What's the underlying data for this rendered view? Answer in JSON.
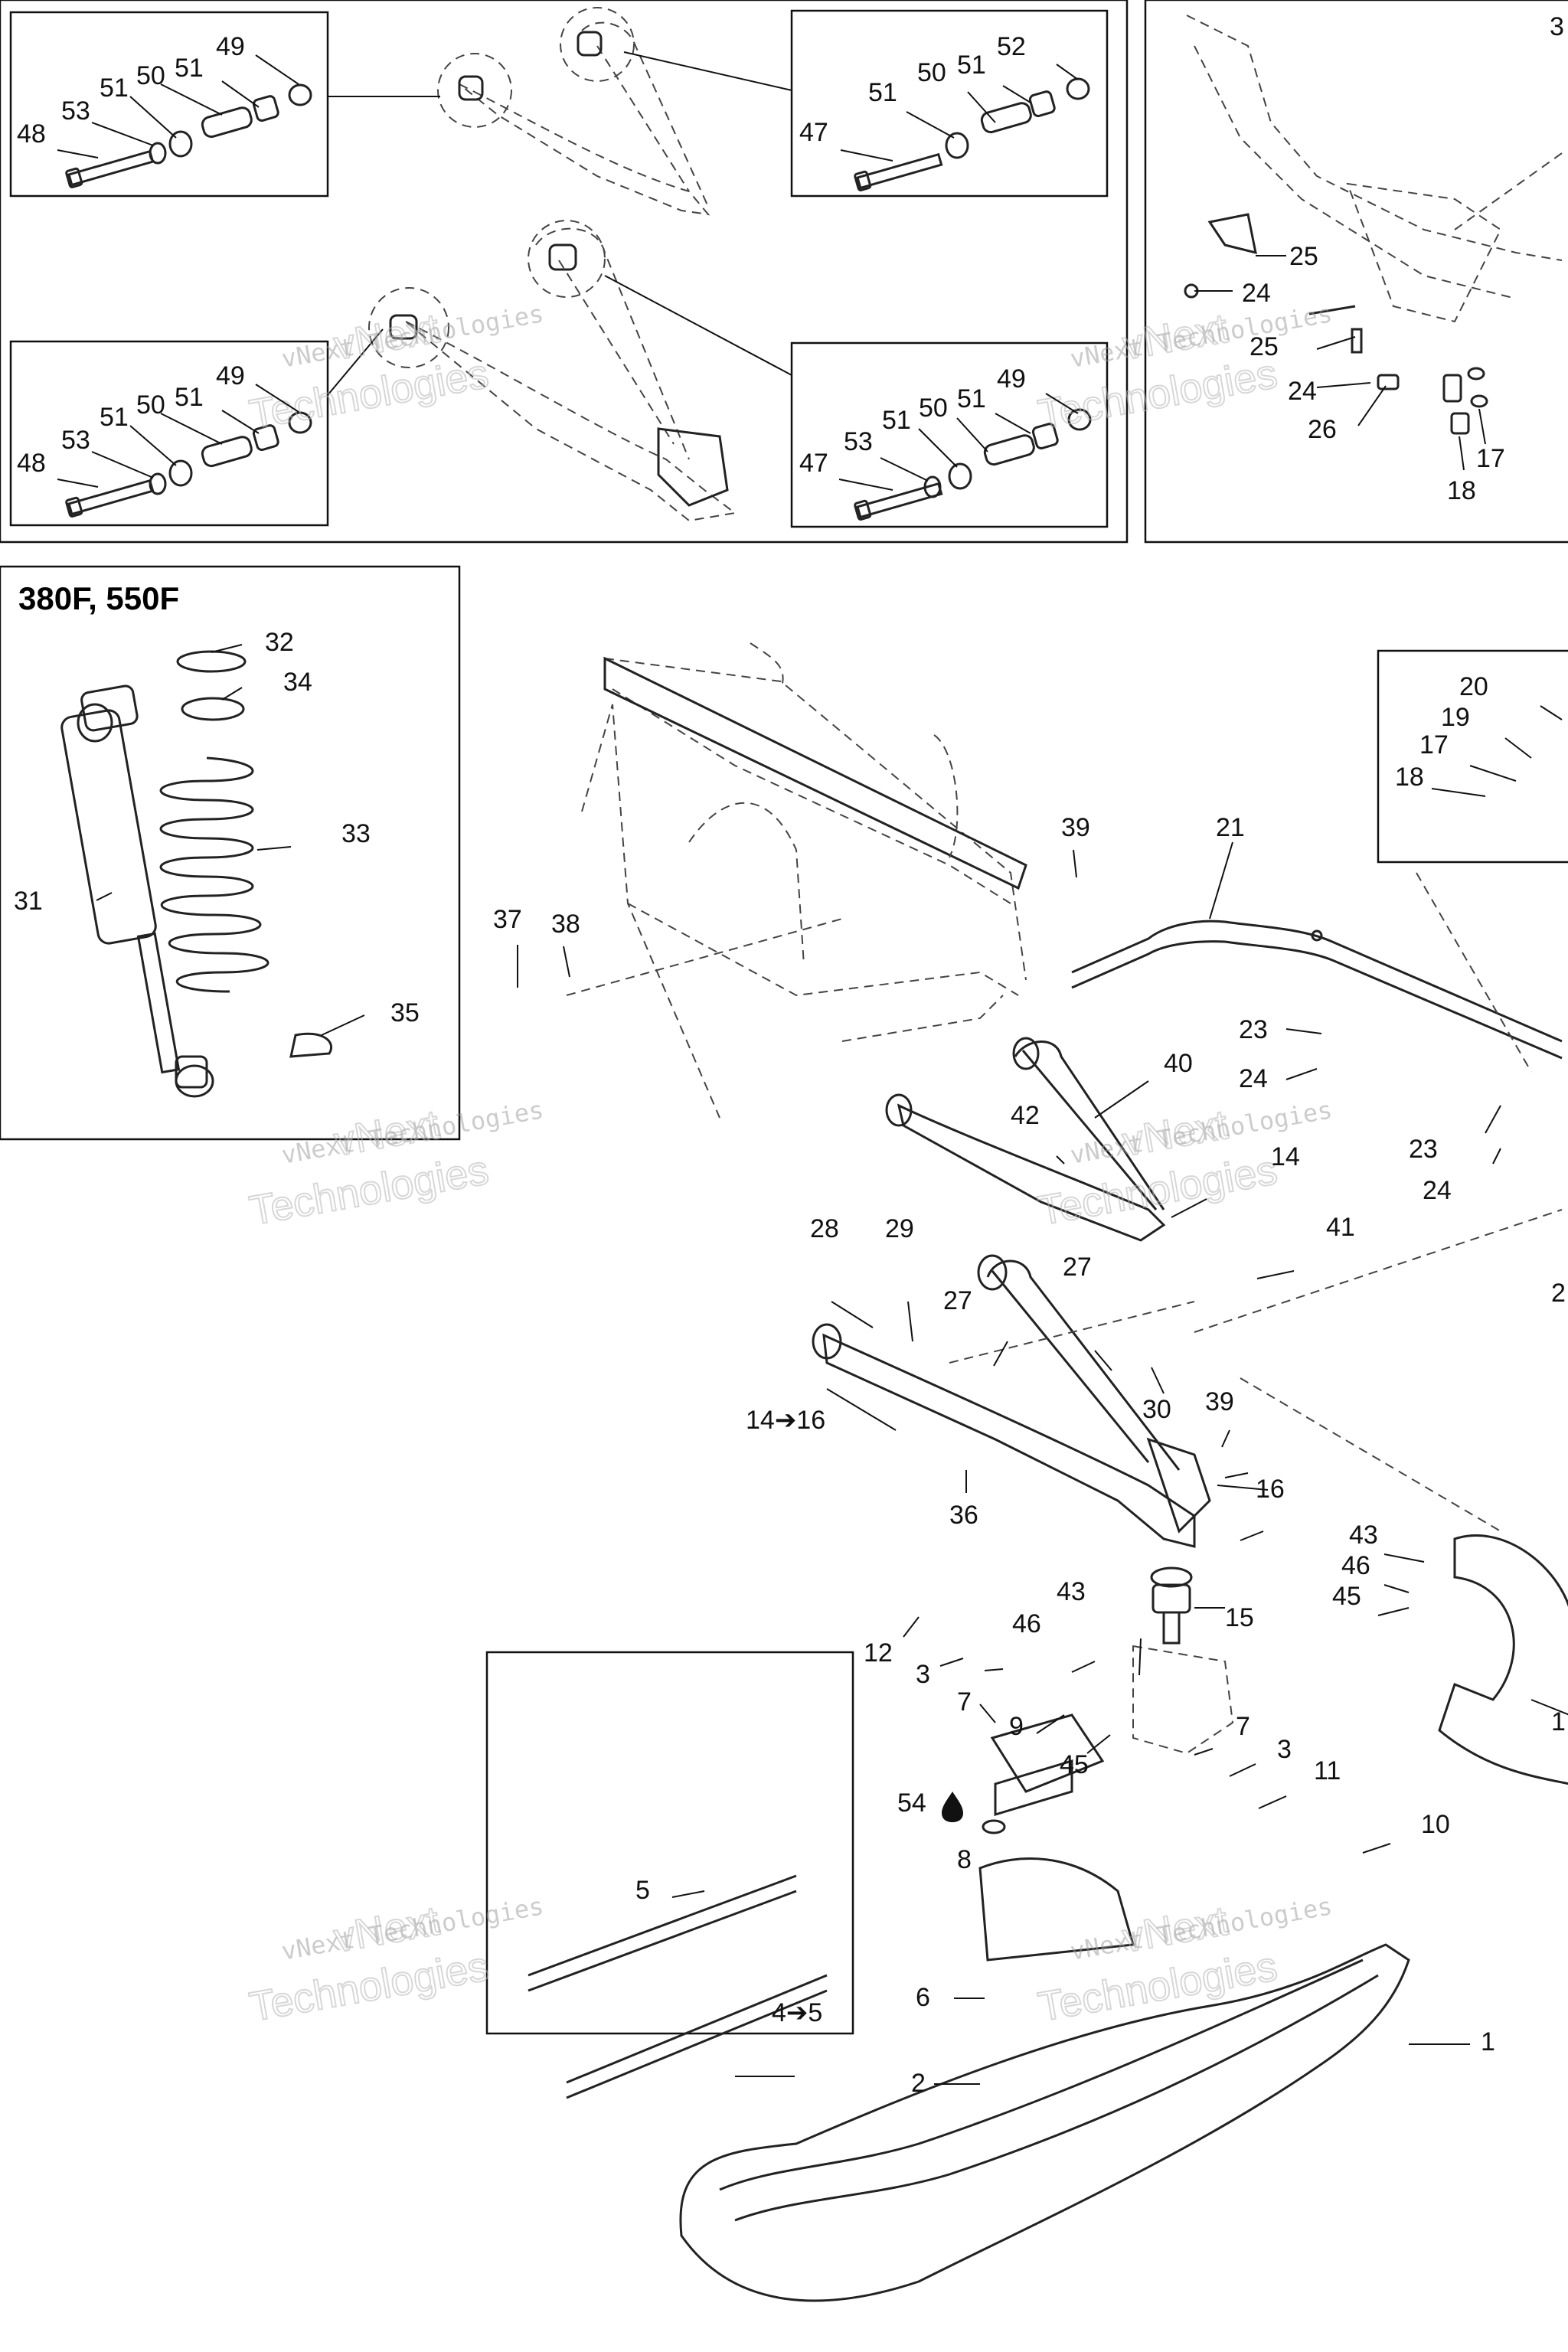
{
  "inset_title": "380F, 550F",
  "watermark": {
    "line1": "vNext Technologies",
    "line2": "vNext",
    "line3": "Technologies"
  },
  "callouts": {
    "c1": "1",
    "c2": "2",
    "c3a": "3",
    "c3b": "3",
    "c4to5": "4➔5",
    "c5": "5",
    "c6": "6",
    "c7a": "7",
    "c7b": "7",
    "c8": "8",
    "c9": "9",
    "c10": "10",
    "c11": "11",
    "c12": "12",
    "c14a": "14",
    "c14to16": "14➔16",
    "c15": "15",
    "c16": "16",
    "c17a": "17",
    "c17b": "17",
    "c18a": "18",
    "c18b": "18",
    "c19": "19",
    "c20": "20",
    "c21": "21",
    "c23a": "23",
    "c23b": "23",
    "c24a": "24",
    "c24b": "24",
    "c24c": "24",
    "c24d": "24",
    "c25a": "25",
    "c25b": "25",
    "c26": "26",
    "c27a": "27",
    "c27b": "27",
    "c28": "28",
    "c29": "29",
    "c30": "30",
    "c31": "31",
    "c32": "32",
    "c33": "33",
    "c34": "34",
    "c35": "35",
    "c36": "36",
    "c37": "37",
    "c38": "38",
    "c39a": "39",
    "c39b": "39",
    "c40": "40",
    "c41": "41",
    "c42": "42",
    "c43a": "43",
    "c43b": "43",
    "c45a": "45",
    "c45b": "45",
    "c46a": "46",
    "c46b": "46",
    "c47a": "47",
    "c47b": "47",
    "c48a": "48",
    "c48b": "48",
    "c49a": "49",
    "c49b": "49",
    "c49c": "49",
    "c50a": "50",
    "c50b": "50",
    "c50c": "50",
    "c50d": "50",
    "c51a": "51",
    "c51b": "51",
    "c51c": "51",
    "c51d": "51",
    "c51e": "51",
    "c51f": "51",
    "c51g": "51",
    "c51h": "51",
    "c52": "52",
    "c53a": "53",
    "c53b": "53",
    "c53c": "53",
    "c54": "54",
    "cut_top": "3",
    "cut_right1": "2",
    "cut_right2": "1"
  }
}
